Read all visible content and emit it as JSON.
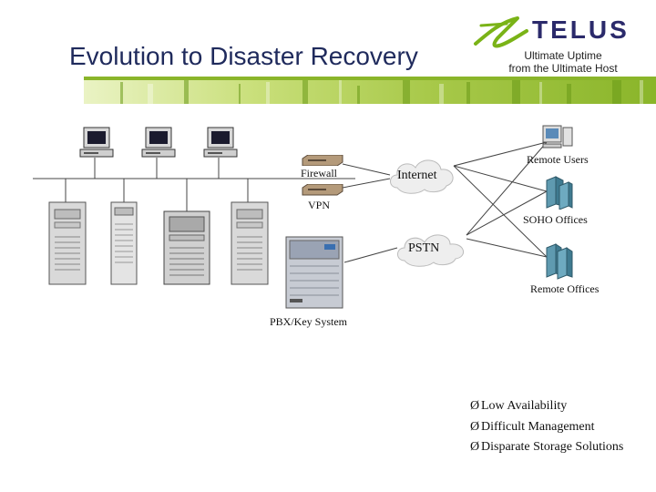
{
  "slide": {
    "title": "Evolution to Disaster Recovery",
    "brand": {
      "name": "TELUS",
      "tagline_line1": "Ultimate Uptime",
      "tagline_line2": "from the Ultimate Host",
      "brand_color": "#2b2a6b",
      "accent_color": "#7ab317"
    }
  },
  "diagram": {
    "labels": {
      "firewall": "Firewall",
      "vpn": "VPN",
      "internet": "Internet",
      "pstn": "PSTN",
      "remote_users": "Remote Users",
      "soho_offices": "SOHO Offices",
      "remote_offices": "Remote Offices",
      "pbx": "PBX/Key System"
    },
    "icons": [
      "workstation-icon",
      "server-tower-icon",
      "firewall-icon",
      "vpn-icon",
      "cloud-icon",
      "pbx-icon",
      "pc-icon",
      "office-building-icon"
    ]
  },
  "bullets": {
    "items": [
      "Low Availability",
      "Difficult Management",
      "Disparate Storage Solutions"
    ],
    "marker": "Ø"
  }
}
